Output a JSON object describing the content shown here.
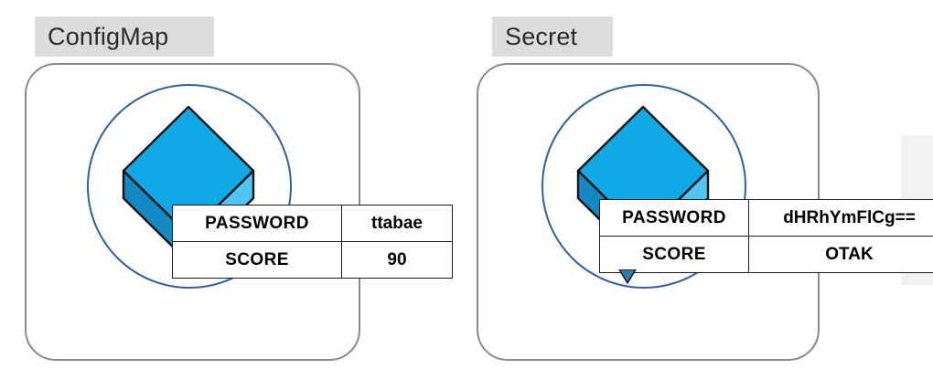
{
  "diagram": {
    "title_visible": false,
    "panels": [
      {
        "id": "configmap",
        "label": "ConfigMap",
        "icon": "kubernetes-cube-icon",
        "table": {
          "rows": [
            {
              "key": "PASSWORD",
              "value": "ttabae"
            },
            {
              "key": "SCORE",
              "value": "90"
            }
          ]
        },
        "has_down_arrow": false
      },
      {
        "id": "secret",
        "label": "Secret",
        "icon": "kubernetes-cube-icon",
        "table": {
          "rows": [
            {
              "key": "PASSWORD",
              "value": "dHRhYmFlCg=="
            },
            {
              "key": "SCORE",
              "value": "OTAK"
            }
          ]
        },
        "has_down_arrow": true
      }
    ]
  },
  "colors": {
    "chip_background": "#dcdcdc",
    "card_border": "#8a8a8a",
    "ring_stroke": "#2f5f9e",
    "cube_top": "#10a9e6",
    "cube_left": "#1389c4",
    "cube_right": "#4fc6f2",
    "cube_outline": "#111111",
    "table_border": "#1a1a1a",
    "text": "#000000",
    "edge_band": "#f2f2f2"
  }
}
